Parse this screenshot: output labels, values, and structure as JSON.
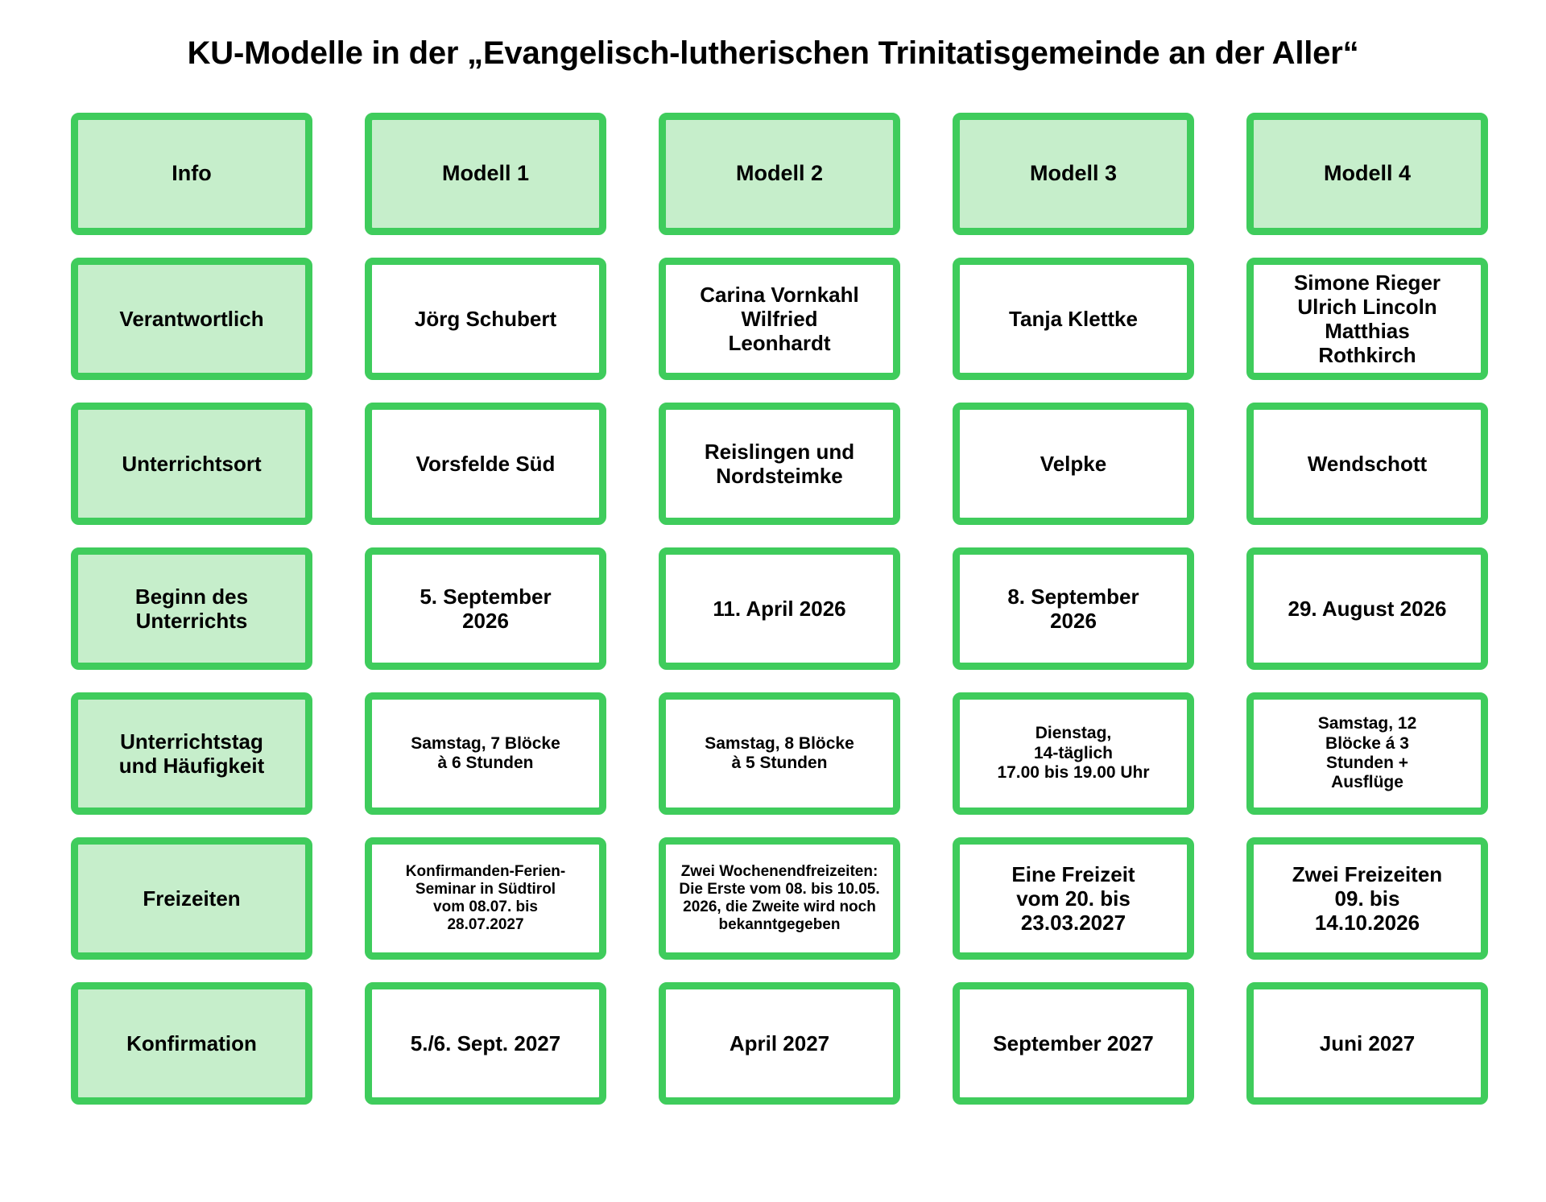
{
  "title": "KU-Modelle in der „Evangelisch-lutherischen Trinitatisgemeinde an der Aller“",
  "colors": {
    "border_green": "#3fcc5c",
    "label_fill": "#c6eecb",
    "value_fill": "#ffffff",
    "text": "#000000",
    "background": "#ffffff"
  },
  "table": {
    "columns": [
      "Info",
      "Modell 1",
      "Modell 2",
      "Modell 3",
      "Modell 4"
    ],
    "row_labels": [
      "Verantwortlich",
      "Unterrichtsort",
      "Beginn des\nUnterrichts",
      "Unterrichtstag\nund Häufigkeit",
      "Freizeiten",
      "Konfirmation"
    ],
    "rows": [
      {
        "label": "Verantwortlich",
        "values": [
          "Jörg Schubert",
          "Carina Vornkahl\nWilfried\nLeonhardt",
          "Tanja Klettke",
          "Simone Rieger\nUlrich Lincoln\nMatthias\nRothkirch"
        ]
      },
      {
        "label": "Unterrichtsort",
        "values": [
          "Vorsfelde Süd",
          "Reislingen und\nNordsteimke",
          "Velpke",
          "Wendschott"
        ]
      },
      {
        "label": "Beginn des\nUnterrichts",
        "values": [
          "5. September\n2026",
          "11. April 2026",
          "8. September\n2026",
          "29. August 2026"
        ]
      },
      {
        "label": "Unterrichtstag\nund Häufigkeit",
        "values": [
          "Samstag, 7 Blöcke\nà 6 Stunden",
          "Samstag, 8 Blöcke\nà 5 Stunden",
          "Dienstag,\n14-täglich\n17.00 bis 19.00 Uhr",
          "Samstag, 12\nBlöcke á 3\nStunden +\nAusflüge"
        ]
      },
      {
        "label": "Freizeiten",
        "values": [
          "Konfirmanden-Ferien-\nSeminar in Südtirol\nvom 08.07. bis\n28.07.2027",
          "Zwei Wochenendfreizeiten:\nDie Erste vom 08. bis 10.05.\n2026, die Zweite wird noch\nbekanntgegeben",
          "Eine Freizeit\nvom 20. bis\n23.03.2027",
          "Zwei Freizeiten\n09. bis\n14.10.2026"
        ]
      },
      {
        "label": "Konfirmation",
        "values": [
          "5./6. Sept. 2027",
          "April 2027",
          "September 2027",
          "Juni 2027"
        ]
      }
    ]
  }
}
